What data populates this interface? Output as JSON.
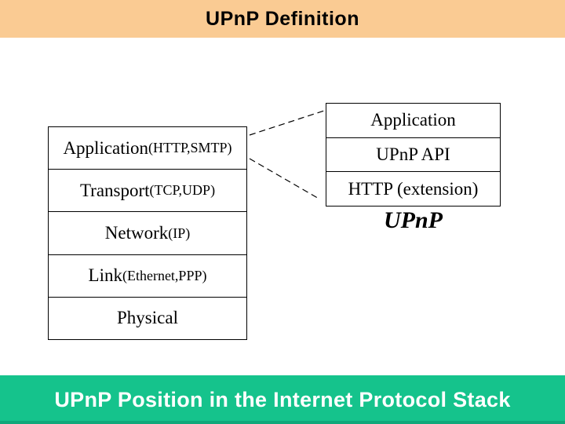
{
  "header": {
    "title": "UPnP Definition"
  },
  "left_stack": {
    "rows": [
      {
        "main": "Application",
        "detail": "(HTTP,SMTP)"
      },
      {
        "main": "Transport",
        "detail": "(TCP,UDP)"
      },
      {
        "main": "Network",
        "detail": "(IP)"
      },
      {
        "main": "Link",
        "detail": "(Ethernet,PPP)"
      },
      {
        "main": "Physical",
        "detail": ""
      }
    ]
  },
  "right_stack": {
    "rows": [
      "Application",
      "UPnP API",
      "HTTP (extension)"
    ],
    "caption": "UPnP"
  },
  "footer": {
    "text": "UPnP Position in the Internet Protocol Stack"
  },
  "colors": {
    "header_banner": "#FACB93",
    "footer_banner": "#15C38C",
    "footer_text": "#FFFFFF",
    "body_text": "#000000",
    "border": "#000000"
  }
}
